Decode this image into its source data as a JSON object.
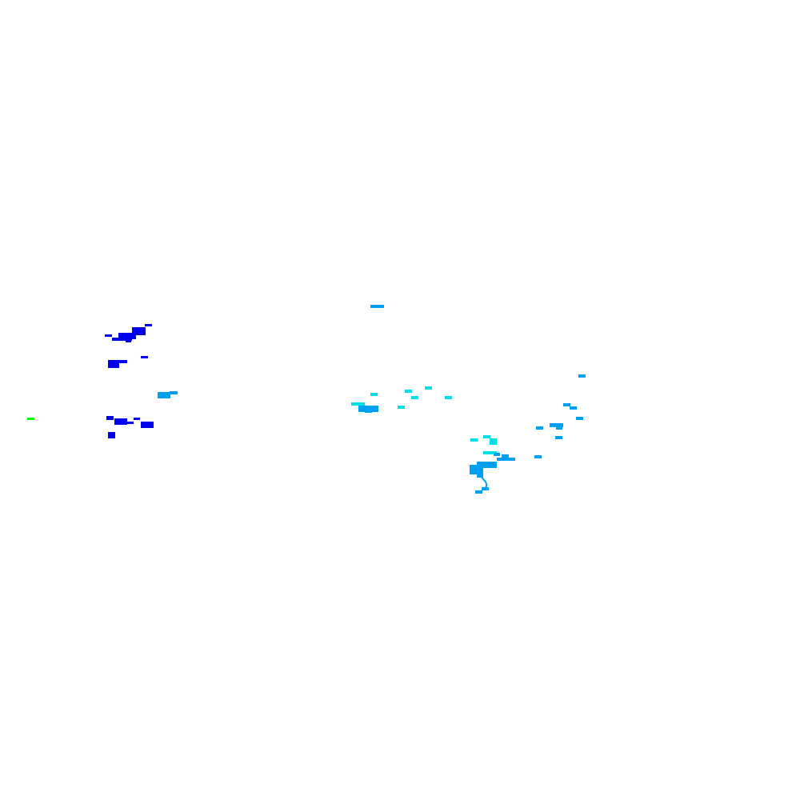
{
  "legend_colors": {
    "green": "#00ff00",
    "blue": "#0000ee",
    "sky_blue": "#00a0f0",
    "cyan": "#00e0e8"
  },
  "map": {
    "background": "#ffffff",
    "regions": [
      {
        "name": "green-patch",
        "color": "green"
      },
      {
        "name": "west-dark-blue-cluster",
        "color": "blue"
      },
      {
        "name": "west-sky-blue-patch",
        "color": "sky_blue"
      },
      {
        "name": "central-north-patch",
        "color": "sky_blue"
      },
      {
        "name": "central-cyan-cluster",
        "color": "cyan"
      },
      {
        "name": "east-cyan-cluster",
        "color": "cyan"
      },
      {
        "name": "east-sky-blue-cluster",
        "color": "sky_blue"
      }
    ]
  }
}
